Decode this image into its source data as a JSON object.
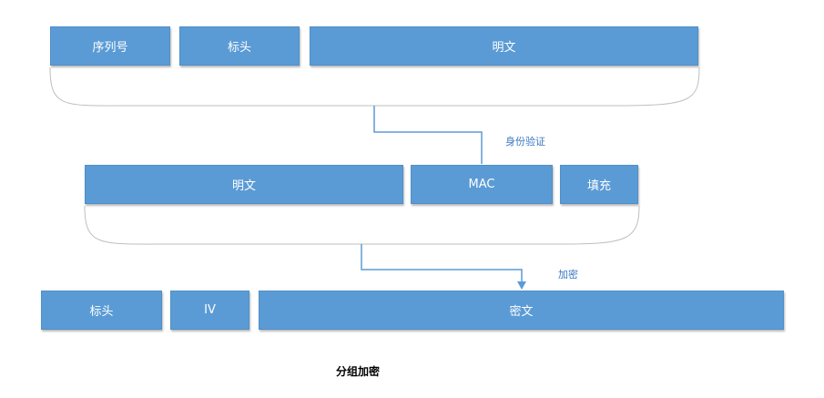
{
  "diagram": {
    "row1": {
      "seq": "序列号",
      "header": "标头",
      "plaintext": "明文"
    },
    "label_auth": "身份验证",
    "row2": {
      "plaintext": "明文",
      "mac": "MAC",
      "padding": "填充"
    },
    "label_encrypt": "加密",
    "row3": {
      "header": "标头",
      "iv": "IV",
      "ciphertext": "密文"
    },
    "caption": "分组加密",
    "colors": {
      "block": "#5b9bd5",
      "text": "#ffffff",
      "connector": "#5b9bd5",
      "brace": "#bfbfbf",
      "label": "#3b78c3"
    }
  }
}
